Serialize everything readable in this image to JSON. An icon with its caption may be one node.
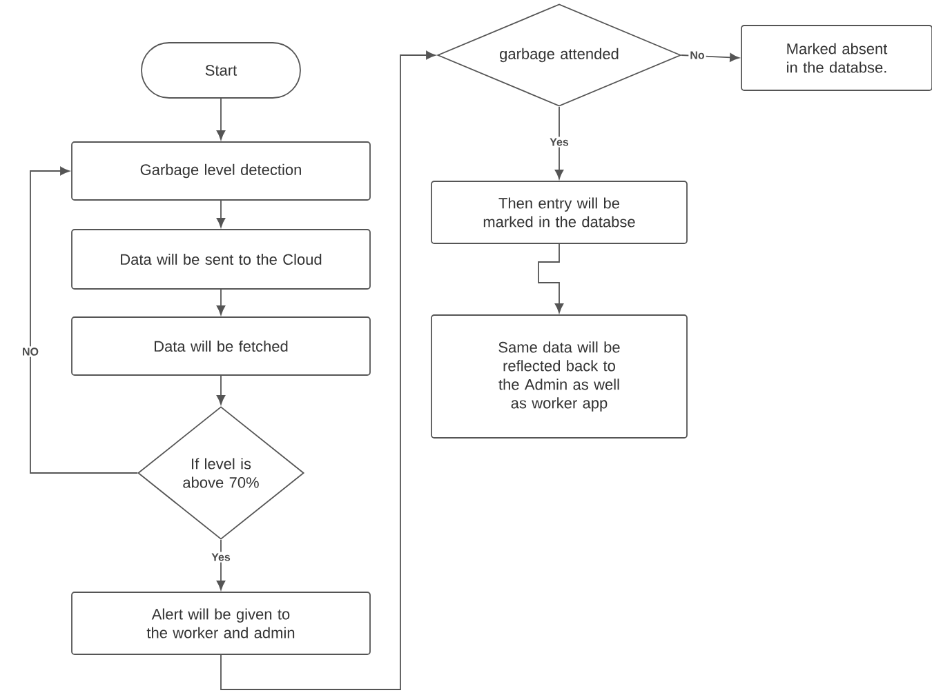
{
  "diagram": {
    "nodes": [
      {
        "text": [
          "Start"
        ]
      },
      {
        "text": [
          "Garbage level detection"
        ]
      },
      {
        "text": [
          "Data will be sent to the Cloud"
        ]
      },
      {
        "text": [
          "Data will be fetched"
        ]
      },
      {
        "text": [
          "If level is above 70%"
        ]
      },
      {
        "text": [
          "Alert will be given to the worker and admin"
        ]
      },
      {
        "text": [
          "garbage attended"
        ]
      },
      {
        "text": [
          "Marked absent in the databse."
        ]
      },
      {
        "text": [
          "Then entry will be marked in the databse"
        ]
      },
      {
        "text": [
          "Same data will be reflected back to the Admin as well as worker app"
        ]
      }
    ],
    "edges": [
      {
        "from": 0,
        "to": 1,
        "arrow": "to"
      },
      {
        "from": 1,
        "to": 2,
        "arrow": "to"
      },
      {
        "from": 2,
        "to": 3,
        "arrow": "to"
      },
      {
        "from": 3,
        "to": 4,
        "arrow": "to"
      },
      {
        "from": 4,
        "to": 1,
        "arrow": "to",
        "label": "NO"
      },
      {
        "from": 4,
        "to": 5,
        "arrow": "to",
        "label": "Yes"
      },
      {
        "from": 5,
        "to": 6,
        "arrow": "to"
      },
      {
        "from": 6,
        "to": 7,
        "arrow": "to",
        "label": "No"
      },
      {
        "from": 6,
        "to": 8,
        "arrow": "to",
        "label": "Yes"
      },
      {
        "from": 8,
        "to": 9,
        "arrow": "to"
      }
    ]
  }
}
